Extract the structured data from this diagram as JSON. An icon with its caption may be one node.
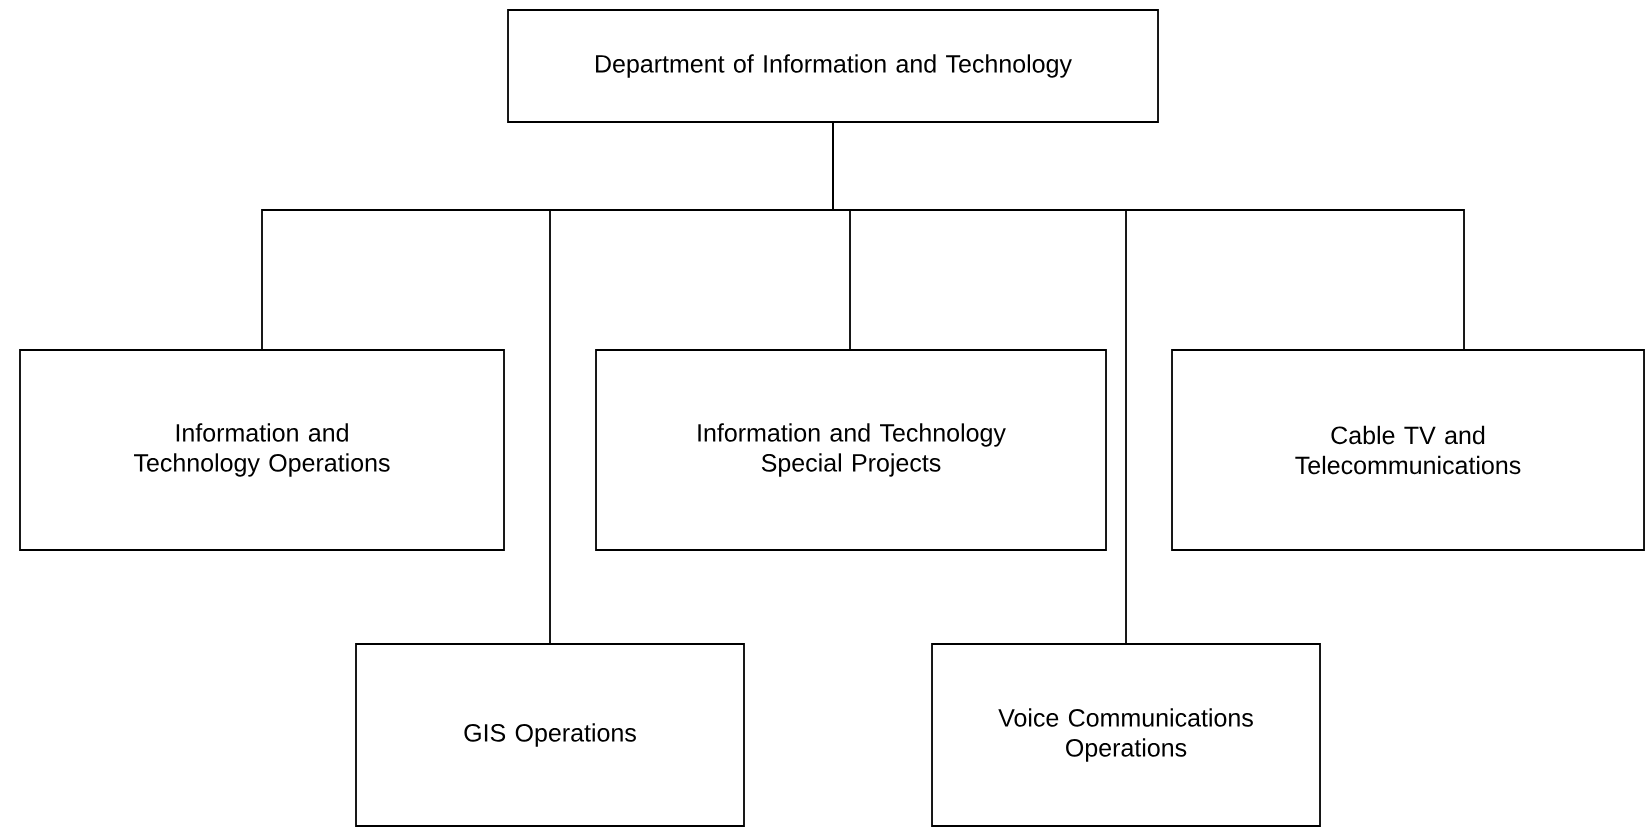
{
  "diagram": {
    "nodes": [
      {
        "text": [
          "Department of Information and Technology"
        ]
      },
      {
        "text": [
          "Information and Technology Operations"
        ]
      },
      {
        "text": [
          "Information and Technology Special Projects"
        ]
      },
      {
        "text": [
          "Cable TV and Telecommunications"
        ]
      },
      {
        "text": [
          "GIS Operations"
        ]
      },
      {
        "text": [
          "Voice Communications Operations"
        ]
      }
    ],
    "edges": [
      {
        "from": 0,
        "to": 1,
        "arrow": "none"
      },
      {
        "from": 0,
        "to": 4,
        "arrow": "none"
      },
      {
        "from": 0,
        "to": 2,
        "arrow": "none"
      },
      {
        "from": 0,
        "to": 5,
        "arrow": "none"
      },
      {
        "from": 0,
        "to": 3,
        "arrow": "none"
      }
    ]
  }
}
